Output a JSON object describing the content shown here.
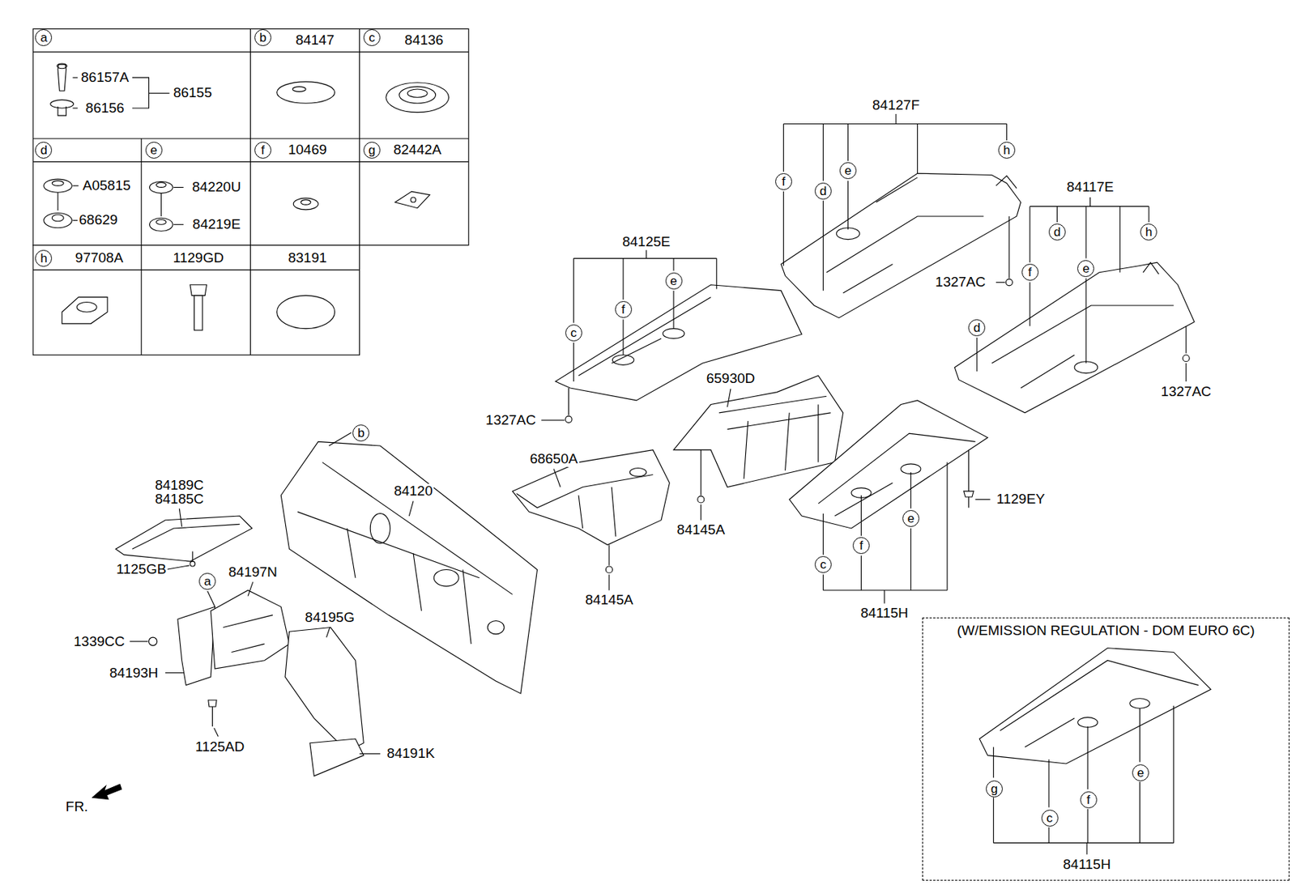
{
  "diagram": {
    "nodes": [
      {
        "text": [
          "a"
        ]
      },
      {
        "text": [
          "b"
        ]
      },
      {
        "text": [
          "c"
        ]
      },
      {
        "text": [
          "d"
        ]
      },
      {
        "text": [
          "e"
        ]
      },
      {
        "text": [
          "f"
        ]
      },
      {
        "text": [
          "g"
        ]
      },
      {
        "text": [
          "h"
        ]
      },
      {
        "text": [
          "f"
        ]
      },
      {
        "text": [
          "d"
        ]
      },
      {
        "text": [
          "e"
        ]
      },
      {
        "text": [
          "h"
        ]
      },
      {
        "text": [
          "d"
        ]
      },
      {
        "text": [
          "f"
        ]
      },
      {
        "text": [
          "e"
        ]
      },
      {
        "text": [
          "h"
        ]
      },
      {
        "text": [
          "c"
        ]
      },
      {
        "text": [
          "f"
        ]
      },
      {
        "text": [
          "e"
        ]
      },
      {
        "text": [
          "d"
        ]
      },
      {
        "text": [
          "b"
        ]
      },
      {
        "text": [
          "a"
        ]
      },
      {
        "text": [
          "c"
        ]
      },
      {
        "text": [
          "f"
        ]
      },
      {
        "text": [
          "e"
        ]
      },
      {
        "text": [
          "(W/EMISSION REGULATION - DOM EURO 6C)"
        ]
      },
      {
        "text": [
          "g"
        ],
        "in": 25
      },
      {
        "text": [
          "c"
        ],
        "in": 25
      },
      {
        "text": [
          "f"
        ],
        "in": 25
      },
      {
        "text": [
          "e"
        ],
        "in": 25
      }
    ],
    "labels": [
      "86157A",
      "86155",
      "86156",
      "84147",
      "84136",
      "A05815",
      "68629",
      "84220U",
      "84219E",
      "10469",
      "82442A",
      "97708A",
      "1129GD",
      "83191",
      "84127F",
      "84117E",
      "84125E",
      "1327AC",
      "1327AC",
      "1327AC",
      "65930D",
      "68650A",
      "84120",
      "84189C",
      "84185C",
      "1125GB",
      "84197N",
      "84195G",
      "1339CC",
      "84193H",
      "1125AD",
      "84191K",
      "84145A",
      "84145A",
      "1129EY",
      "84115H",
      "84115H",
      "FR."
    ]
  }
}
